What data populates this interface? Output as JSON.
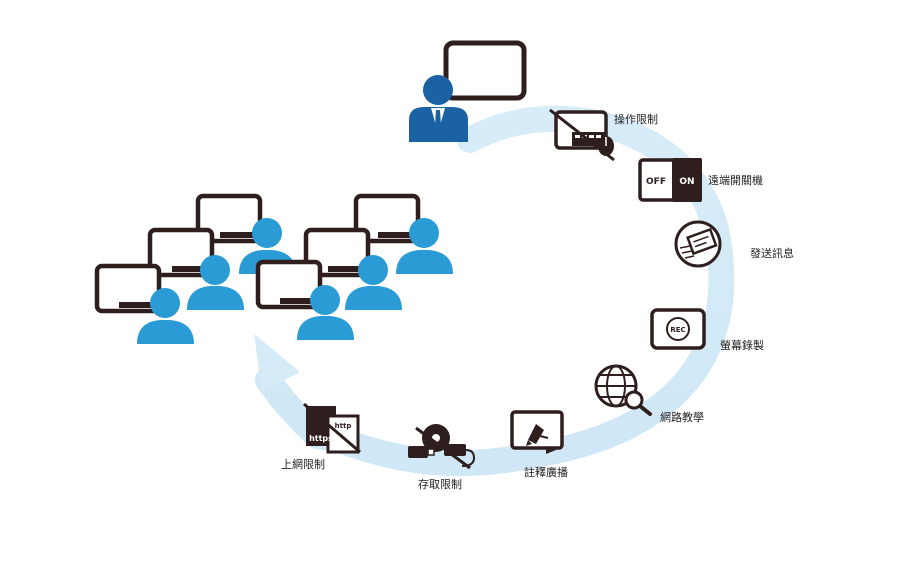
{
  "colors": {
    "dark": "#2e1e1e",
    "person": "#2b9bd6",
    "person_dark": "#1a62a4",
    "arc": "#d5ebf8",
    "ink": "#222222"
  },
  "features": {
    "operation_limit": "操作限制",
    "remote_power": "遠端開關機",
    "send_message": "發送訊息",
    "screen_record": "螢幕錄製",
    "web_teaching": "網路教學",
    "annotation_broadcast": "註釋廣播",
    "access_limit": "存取限制",
    "web_limit": "上網限制"
  },
  "badges": {
    "off": "OFF",
    "on": "ON",
    "rec": "REC",
    "http": "http",
    "https": "https"
  },
  "icons": [
    "teacher-icon",
    "student-group-icon",
    "keyboard-mouse-blocked-icon",
    "power-switch-icon",
    "message-icon",
    "screen-record-icon",
    "globe-search-icon",
    "annotation-icon",
    "usb-disc-blocked-icon",
    "http-blocked-icon"
  ]
}
